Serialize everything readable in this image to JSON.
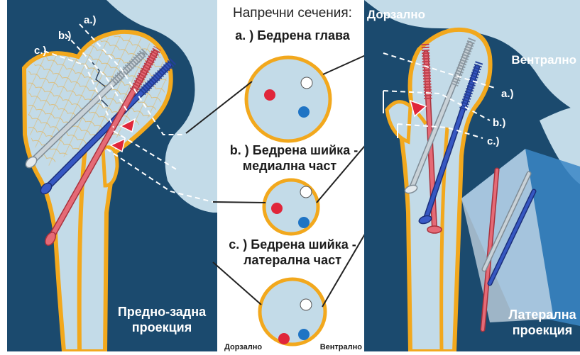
{
  "colors": {
    "panel_bg": "#1b4a6e",
    "bone": "#c3dbe8",
    "cortex": "#f2a81d",
    "screw_gray": "#b9c4cb",
    "screw_red": "#e05462",
    "screw_blue": "#2a49b2",
    "dot_red": "#e0263a",
    "dot_blue": "#1f74c4",
    "dot_white": "#ffffff"
  },
  "center": {
    "heading": "Напречни сечения:",
    "sections": [
      {
        "label_line1": "a. ) Бедрена глава",
        "label_line2": ""
      },
      {
        "label_line1": "b. ) Бедрена шийка -",
        "label_line2": "медиална част"
      },
      {
        "label_line1": "c. ) Бедрена шийка -",
        "label_line2": "латерална част"
      }
    ],
    "bottom_left": "Дорзално",
    "bottom_right": "Вентрално"
  },
  "left_panel": {
    "markers": [
      "a.)",
      "b.)",
      "c.)"
    ],
    "caption_line1": "Предно-задна",
    "caption_line2": "проекция"
  },
  "right_panel": {
    "top_left": "Дорзално",
    "top_right": "Вентрално",
    "markers": [
      "a.)",
      "b.)",
      "c.)"
    ],
    "caption_line1": "Латерална",
    "caption_line2": "проекция"
  }
}
